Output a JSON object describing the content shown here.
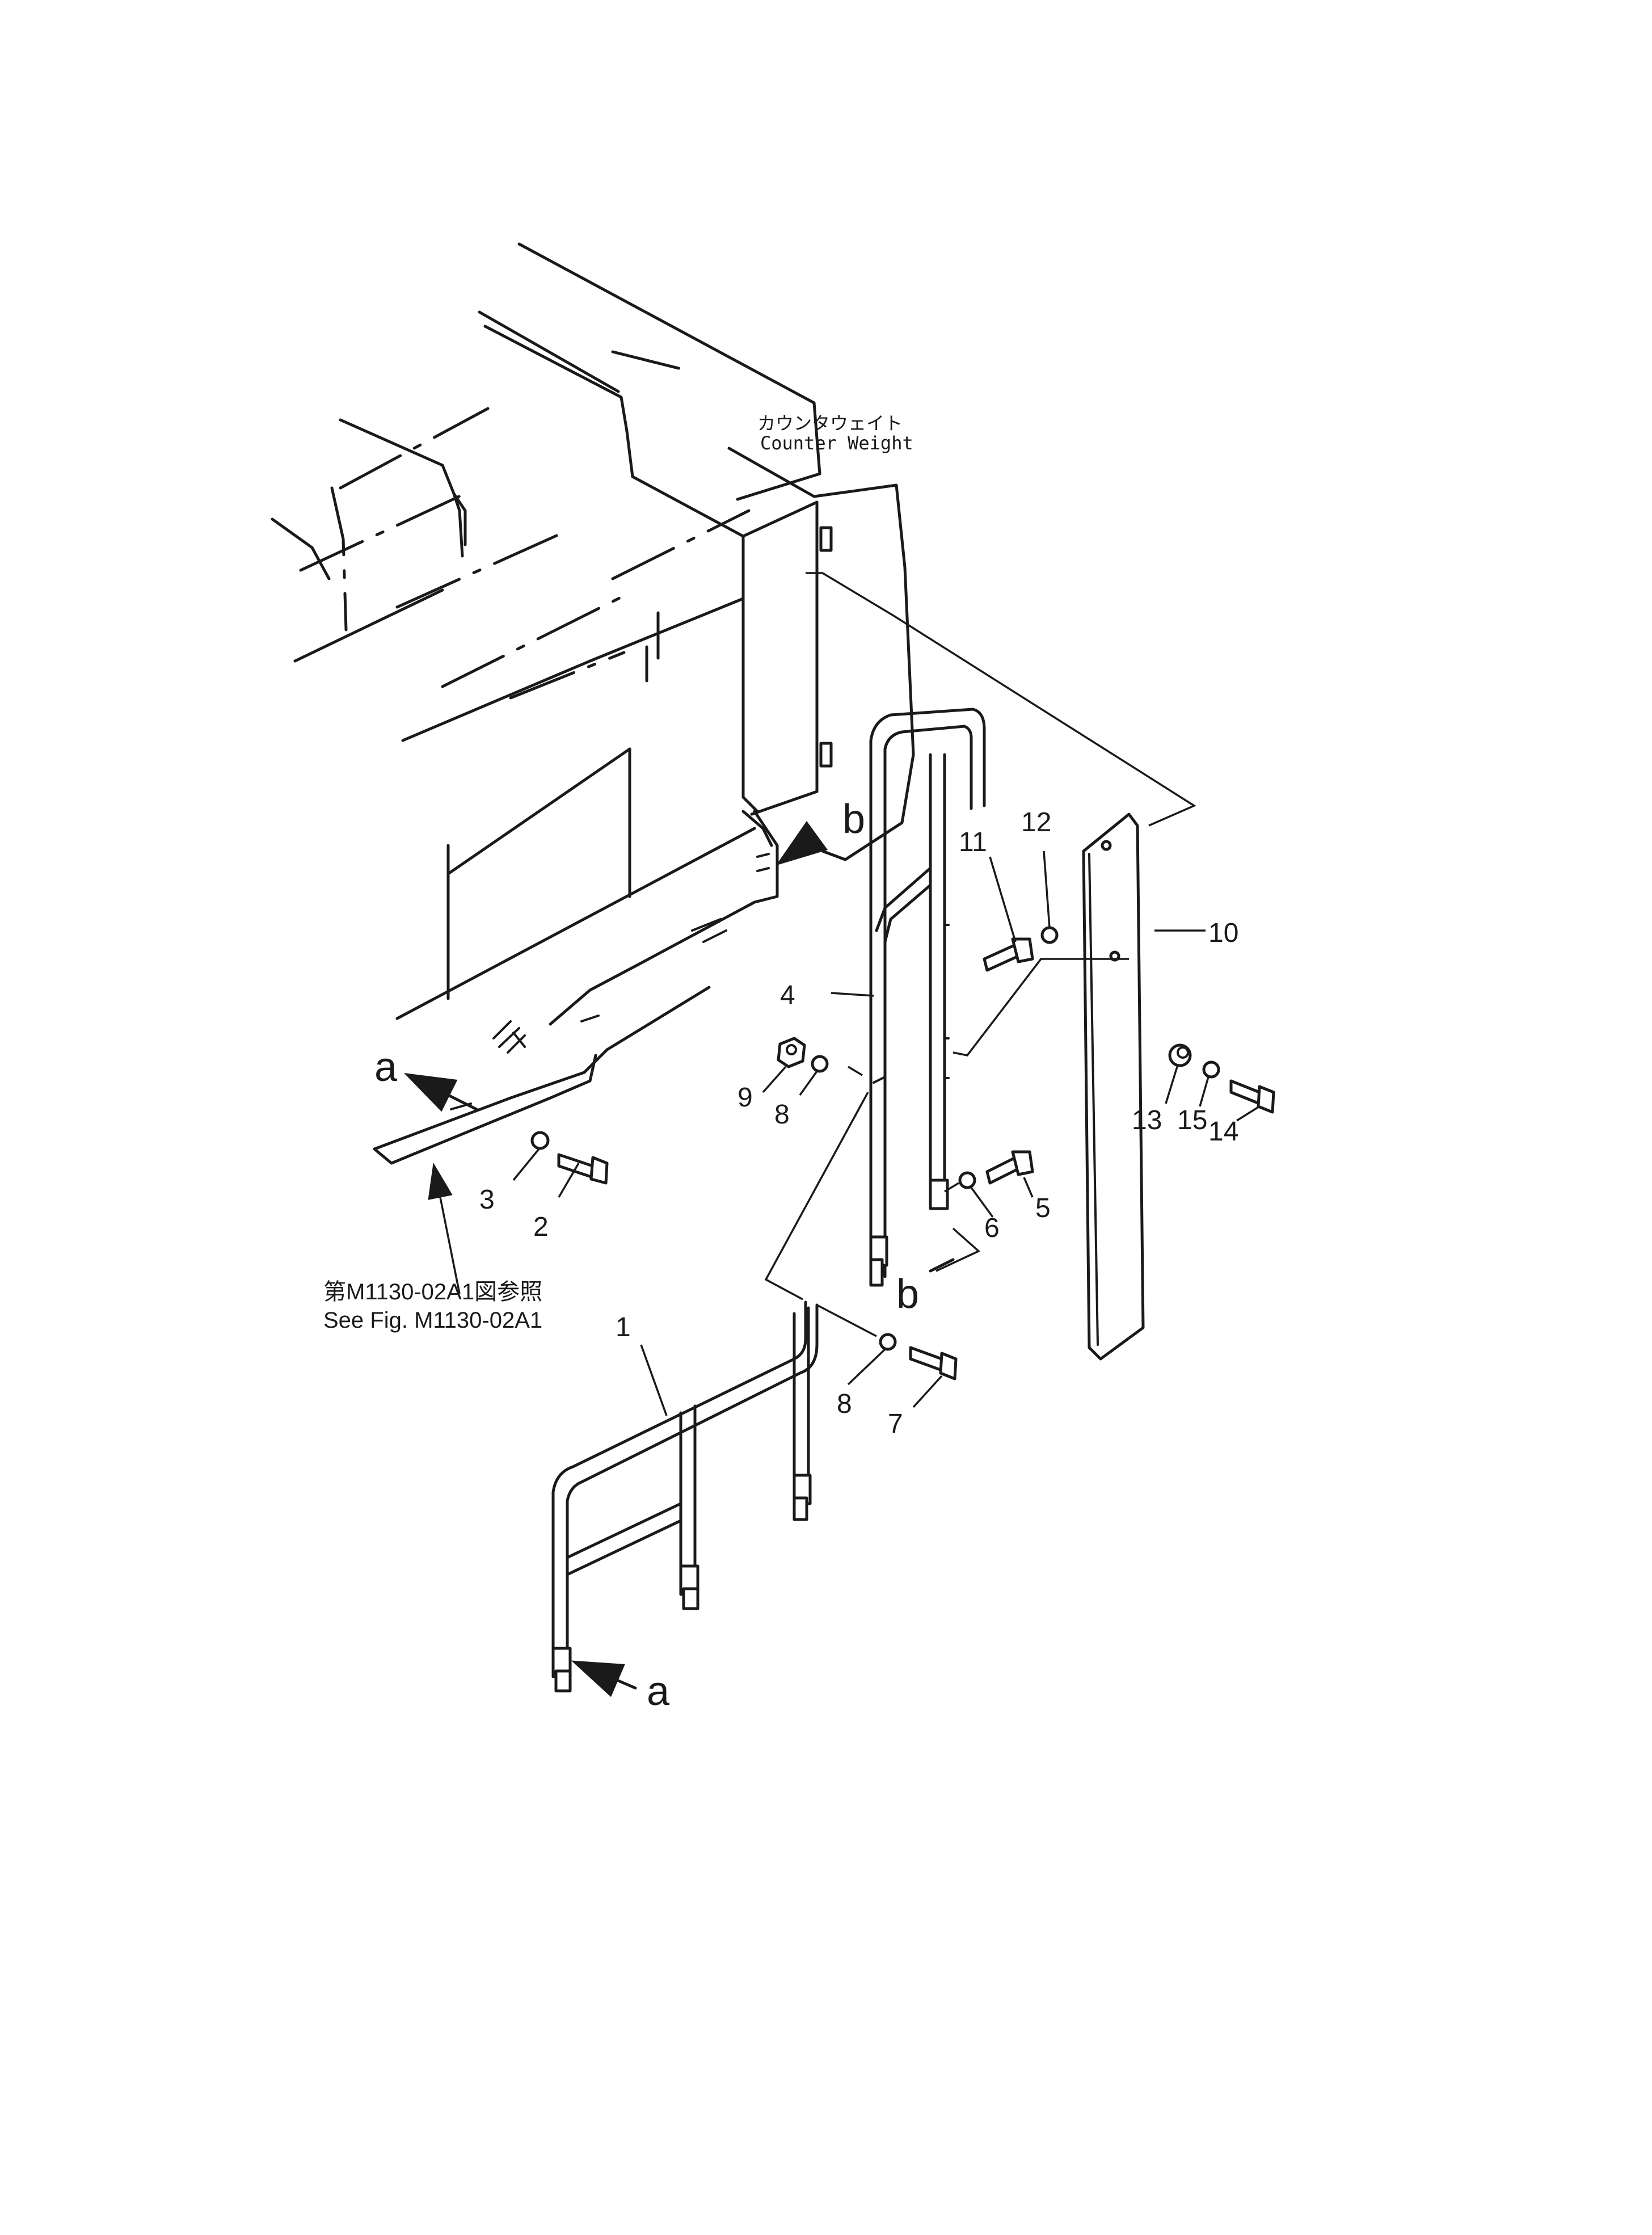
{
  "labels": {
    "counterweight_jp": "カウンタウェイト",
    "counterweight_en": "Counter  Weight",
    "ref_jp": "第M1130-02A1図参照",
    "ref_en": "See  Fig. M1130-02A1",
    "ref_a_upper": "a",
    "ref_a_lower": "a",
    "ref_b_upper": "b",
    "ref_b_lower": "b"
  },
  "callouts": {
    "p1": "1",
    "p2": "2",
    "p3": "3",
    "p4": "4",
    "p5": "5",
    "p6": "6",
    "p7": "7",
    "p8a": "8",
    "p8b": "8",
    "p9": "9",
    "p10": "10",
    "p11": "11",
    "p12": "12",
    "p13": "13",
    "p14": "14",
    "p15": "15"
  }
}
